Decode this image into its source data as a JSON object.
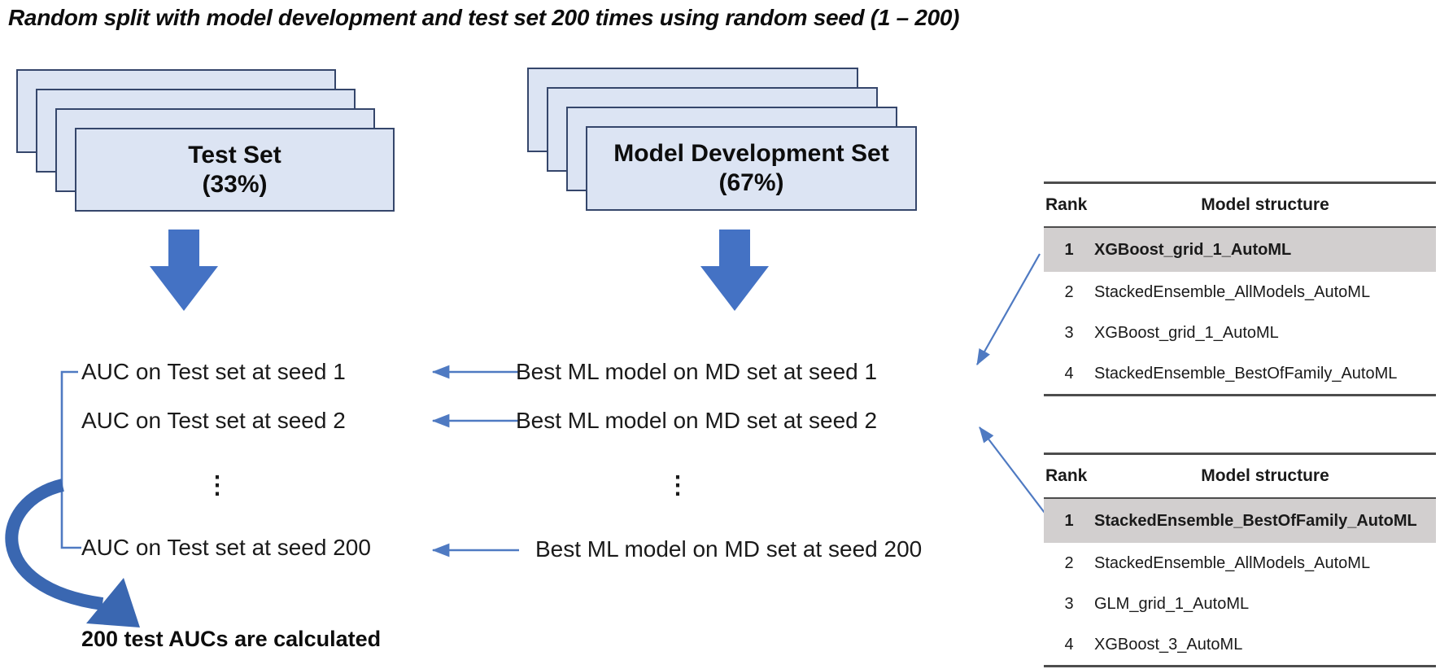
{
  "title": "Random split with model development and test set 200 times using random seed (1 – 200)",
  "stacks": {
    "test": {
      "line1": "Test Set",
      "line2": "(33%)"
    },
    "md": {
      "line1": "Model Development Set",
      "line2": "(67%)"
    }
  },
  "rows": {
    "auc": [
      "AUC on Test set at seed 1",
      "AUC on Test set at seed 2",
      "AUC on Test set at seed 200"
    ],
    "best": [
      "Best ML model on MD set at seed 1",
      "Best ML model on MD set at seed 2",
      "Best ML model on MD set at seed 200"
    ],
    "ellipsis": "⋮"
  },
  "bottom_note": "200 test AUCs are calculated",
  "tables": [
    {
      "headers": {
        "rank": "Rank",
        "model": "Model structure"
      },
      "rows": [
        {
          "rank": "1",
          "model": "XGBoost_grid_1_AutoML",
          "highlight": true
        },
        {
          "rank": "2",
          "model": "StackedEnsemble_AllModels_AutoML"
        },
        {
          "rank": "3",
          "model": "XGBoost_grid_1_AutoML"
        },
        {
          "rank": "4",
          "model": "StackedEnsemble_BestOfFamily_AutoML"
        }
      ]
    },
    {
      "headers": {
        "rank": "Rank",
        "model": "Model structure"
      },
      "rows": [
        {
          "rank": "1",
          "model": "StackedEnsemble_BestOfFamily_AutoML",
          "highlight": true
        },
        {
          "rank": "2",
          "model": "StackedEnsemble_AllModels_AutoML"
        },
        {
          "rank": "3",
          "model": "GLM_grid_1_AutoML"
        },
        {
          "rank": "4",
          "model": "XGBoost_3_AutoML"
        }
      ]
    }
  ],
  "colors": {
    "card_fill": "#dce4f3",
    "card_border": "#35466b",
    "block_arrow": "#4472c4",
    "thin_arrow": "#4f7ac2",
    "curved_arrow": "#3a67b1",
    "table_border": "#4d4d4d",
    "highlight_row_bg": "#d2cfcf"
  }
}
